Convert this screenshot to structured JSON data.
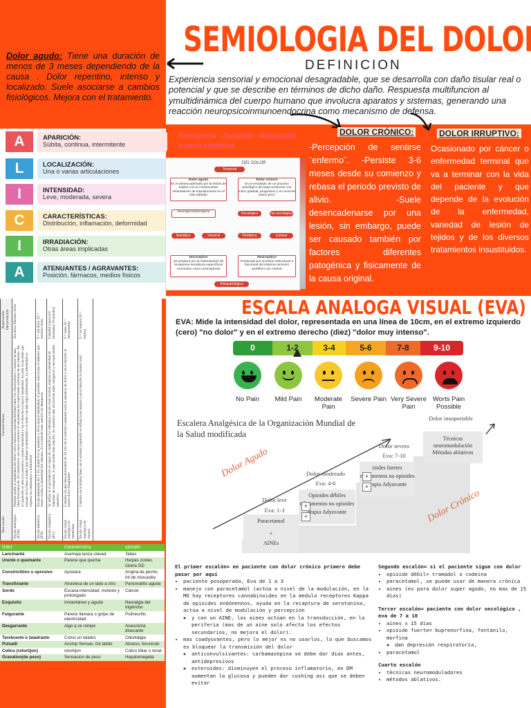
{
  "title": "SEMIOLOGIA DEL DOLOR",
  "definicion": {
    "heading": "DEFINICION",
    "text": "Experiencia sensorial y emocional desagradable, que se desarrolla con daño tisular real o potencial y que se describe en términos de dicho daño. Respuesta multifuncion al ymultidinámica del cuerpo humano que involucra aparatos y sistemas, generando una reacción neuropsicoinmunoendocrina como mecanismo de defensa."
  },
  "dolor_agudo": {
    "label": "Dolor agudo:",
    "text": " Tiene una duración de menos de 3 meses dependiendo de la causa . Dolor repentino, intenso y localizado. Suele asociarse a cambios fisiológicos. Mejora con el tratamiento."
  },
  "alicia": [
    {
      "letter": "A",
      "title": "APARICIÓN:",
      "desc": "Súbita, continua, intermitente",
      "color": "#e8555a",
      "bg": "#fde3e4"
    },
    {
      "letter": "L",
      "title": "LOCALIZACIÓN:",
      "desc": "Una o varias articulaciones",
      "color": "#3a9fd6",
      "bg": "#dcecf7"
    },
    {
      "letter": "I",
      "title": "INTENSIDAD:",
      "desc": "Leve, moderada, severa",
      "color": "#e36aa6",
      "bg": "#fbe1ee"
    },
    {
      "letter": "C",
      "title": "CARACTERÍSTICAS:",
      "desc": "Distribución, inflamación, deformidad",
      "color": "#f2b33a",
      "bg": "#fdf0d5"
    },
    {
      "letter": "I",
      "title": "IRRADIACIÓN:",
      "desc": "Otras áreas implicadas",
      "color": "#5cbd55",
      "bg": "#e1f2dd"
    },
    {
      "letter": "A",
      "title": "ATENUANTES / AGRAVANTES:",
      "desc": "Posición, fármacos, medios físicos",
      "color": "#2f9c97",
      "bg": "#d7eeec"
    }
  ],
  "freq_note": "Frecuencia - Duración - Asociación a otros síntomas",
  "diagram": {
    "title": "DEL DOLOR",
    "temporal": "Temporal",
    "agudo": "Dolor agudo",
    "agudo_desc": "Es el desencadenado por la lesión de tejidos con la consecuente estimulación de transductores en el sitio dañado",
    "cronico": "Dolor crónico",
    "cronico_desc": "Es el resultado de un proceso patológico de larga evolución con inicio gradual, progresivo y en muchos casos peor.",
    "neuro": "Neurogeno/psicogeno",
    "oncologico": "Oncológico",
    "no_onco": "No oncológico",
    "somatico": "Somático",
    "visceral": "Visceral",
    "periferico": "Periférico",
    "central": "Central",
    "nociceptivo": "Nociceptivo",
    "noci_desc": "Se produce por la estimulación de receptores sensitivos específicos conocidos como nociceptores",
    "neuropatico": "Neuropático",
    "neuro_desc": "Producido por la lesión estructural o funcional del sistema nervioso periférico y/o central",
    "fisio": "Fisiopatológico"
  },
  "dolor_cronico": {
    "heading": "DOLOR CRÓNICO:",
    "text": "-Percepción de sentirse ¨enfermo¨. -Persiste 3-6 meses desde su comienzo y rebasa el periodo previsto de alivio. -Suele desencadenarse por una lesión, sin embargo, puede ser causado también por factores diferentes patogénica y fisicamente de la causa original."
  },
  "dolor_irruptivo": {
    "heading": "DOLOR IRRUPTIVO:",
    "text": "Ocasionado por cáncer o enfermedad terminal que va a terminar con la vida del paciente y que depende de la evolución de la enfermedad, variedad de lesión de tejidos y de los diversos tratamientos insustituidos."
  },
  "rot_table": {
    "headers": [
      "Tipo escala",
      "Características",
      "Numeración Interpretación"
    ],
    "rows": [
      [
        "Escala analógica (EVA)",
        "Permite medir la intensidad del dolor con la máxima reproductibilidad entre los observadores. Consiste en una línea horizontal de 10 centímetros, en cuyos extremos se encuentran las expresiones extremas de un síntoma. En el izquierdo se ubica la ausencia o menor intensidad y en el derecho la mayor intensidad. Se pide al paciente que marque en la línea el punto que indique la intensidad y se mide con una regla milimetrada. La intensidad se expresa en centímetros o milímetros",
        "Sin dolor Máximo dolor"
      ],
      [
        "Escala numérica (EN)",
        "Escala numerada del 1-10, donde 0 es la ausencia y 10 la mayor intensidad, el paciente selecciona el número que mejor evalúa la intensidad del síntoma. Es el método más sencillo de interpretar",
        "0 = sin dolor 10 = máximo dolor"
      ],
      [
        "Escala categórica (EC)",
        "Se utiliza si el paciente no es capaz de cuantificar los síntomas con las otras escalas; expresa la intensidad de síntomas en categorías, lo que resulta más sencillo. Se establece una asociación entre categorías y un equivalente numérico",
        "0 (nada) 4 (poco) 6 (bastante) 10 (mucho)"
      ],
      [
        "Escala visual analógica de intensidad",
        "Consiste en una línea horizontal de 10 cm; en el extremo izquierdo está la ausencia de dolor y en el derecho el mayor dolor imaginable",
        "0 = nada 10 = insoportable"
      ],
      [
        "Escala visual analógica de mejora",
        "Consiste en la misma línea; en el extremo izquierdo se refleja la no mejora y en el derecho la mejora total",
        "0 = no mejora 10 = mejora"
      ]
    ]
  },
  "eva": {
    "title": "ESCALA ANALOGA VISUAL (EVA)",
    "desc": "EVA: Mide la intensidad del dolor, representada en una línea de 10cm, en el extremo izquierdo (cero) \"no dolor\" y en el extremo derecho (diez) \"dolor muy intenso\".",
    "scale": [
      {
        "label": "0",
        "color": "#2e9e3a"
      },
      {
        "label": "1-2",
        "color": "#8fc640"
      },
      {
        "label": "3-4",
        "color": "#f5d21f"
      },
      {
        "label": "5-6",
        "color": "#f6a623"
      },
      {
        "label": "7-8",
        "color": "#ee6b2a"
      },
      {
        "label": "9-10",
        "color": "#d9262a"
      }
    ],
    "faces": [
      {
        "label": "No Pain",
        "color": "#37b24d"
      },
      {
        "label": "Mild Pain",
        "color": "#8cc63f"
      },
      {
        "label": "Moderate Pain",
        "color": "#f7c72c"
      },
      {
        "label": "Severe Pain",
        "color": "#f6a01e"
      },
      {
        "label": "Very Severe Pain",
        "color": "#ef6a2a"
      },
      {
        "label": "Worts Pain Possible",
        "color": "#d8262b"
      }
    ]
  },
  "oms": {
    "title": "Escalera Analgésica de la Organización Mundial de la Salud modificada",
    "leve": "Dolor leve",
    "leve_eva": "Eva: 1-3",
    "leve_box1": "Paracetamol",
    "leve_box2": "AINEs",
    "moderado": "Dolor moderado",
    "moderado_eva": "Eva: 4-6",
    "mod_box1": "Opioides débiles",
    "mod_box2": "edicamentos no opioides",
    "mod_box3": "erapia Adyuvante",
    "severo": "Dolor severo",
    "severo_eva": "Eva: 7-10",
    "sev_box1": "ioides fuertes",
    "sev_box2": "edicamentos no opioides",
    "sev_box3": "erapia Adyuvante",
    "insoportable": "Dolor insoportable",
    "ins_box": "Técnicas neuromodulación Métodos ablativos",
    "agudo_label": "Dolor Agudo",
    "cronico_label": "Dolor Crónico"
  },
  "char_table": {
    "headers": [
      "Dolor",
      "Característica",
      "ejemplo"
    ],
    "rows": [
      [
        "Lancinante",
        "Asemeja lanza clavad.",
        "Tabes"
      ],
      [
        "Urente o quemante",
        "Parece que quema",
        "Herpes zoster, úlcera GD"
      ],
      [
        "Constrictitivo u opresivo",
        "Apretara",
        "Angina de pecho, Inf de miocardio"
      ],
      [
        "Transfixiante",
        "Atraviesa de un lado a otro",
        "Pancreatitis aguda"
      ],
      [
        "Sordo",
        "Escasa intensidad, molesto y prolongado",
        "Cáncer"
      ],
      [
        "Exquisito",
        "Instantáneo y agudo",
        "Neuralgia del trigémino"
      ],
      [
        "Fulgurante",
        "Parece llamara o golpe de electricidad",
        "Polineuritis"
      ],
      [
        "Desgarrante",
        "Algo q se rompe",
        "Aneurisma disecante"
      ],
      [
        "Terebrante o taladrante",
        "Como un taladro",
        "Odontalgia"
      ],
      [
        "Pulsatil",
        "Acomp Sensac. De latido",
        "Abseso, forunculo"
      ],
      [
        "Colico (retortijon)",
        "retortijon",
        "Colico biliar o renal"
      ],
      [
        "Gravativo(de peso)",
        "Sensacion de peso",
        "Hepatomegalia"
      ]
    ]
  },
  "escalones": {
    "primer_h": "El primer escalón= en paciente con dolor crónico primero debe pasar por aquí",
    "p1": "paciente posoperada, Eva de 1 a 3",
    "p2": "manejo con paracetamol (actúa a nivel de la modulación, en la MO hay receptores cannabinoides en la medula receptores Kappa de opioides endónennos, ayuda en la recaptura de serotonina, actúa a nivel de modulación y percepción",
    "p2a": "y con un AINE, los aines actúan en la transducción, en la periferia (mas de un aine solo afecta los efectos secundarios, no mejora el dolor).",
    "p3": "mas coadyuvantes, pero lo mejor es no usarlos, lo que buscamos es bloquear la transmisión del dolor",
    "p3a": "anticonvulsivantes: carbamazepina se debe dar dias antes, antidepresivos",
    "p3b": "esteroides: disminuyen el proceso inflamatorio, en DM aumentan la glucosa y pueden dar cushing asi que se deben evitar",
    "segundo_h": "Segundo escalón= si el paciente sigue con dolor",
    "s1": "opioide débil= tramadol o codeina",
    "s2": "paracetamol, se puede usar de manera crónica",
    "s3": "aines (es para dolor super agudo, no mas de 15 dias)",
    "tercer_h": "Tercer escalón= paciente con dolor oncológico , eva de 7 a 10",
    "t1": "aines x 15 dias",
    "t2": "opioide fuerte= buprenorfina, fentanilo, morfina",
    "t2a": "dan depresión respiratoria,",
    "t3": "paracetamol",
    "cuarto_h": "Cuarto escalón",
    "c1": "técnicas neuromoduladores",
    "c2": "métodos ablativos."
  }
}
